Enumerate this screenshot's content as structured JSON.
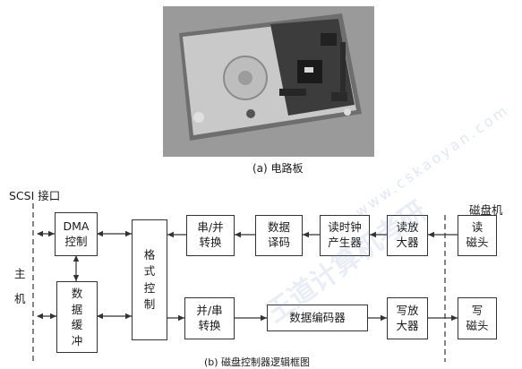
{
  "photo_caption": "(a) 电路板",
  "bottom_caption": "(b) 磁盘控制器逻辑框图",
  "scsi_label": "SCSI 接口",
  "disk_label": "磁盘机",
  "host_label": "主\n机",
  "boxes": {
    "dma": "DMA\n控制",
    "buffer": "数\n据\n缓\n冲",
    "format": "格\n式\n控\n制",
    "serial_parallel": "串/并\n转换",
    "data_decode": "数据\n译码",
    "clock": "读时钟\n产生器",
    "read_amp": "读放\n大器",
    "read_head": "读\n磁头",
    "parallel_serial": "并/串\n转换",
    "data_encode": "数据编码器",
    "write_amp": "写放\n大器",
    "write_head": "写\n磁头"
  },
  "watermark": {
    "main": "王道计算机考研",
    "site": "www.cskaoyan.com"
  },
  "colors": {
    "line": "#333333",
    "watermark": "#8c9ccf"
  }
}
